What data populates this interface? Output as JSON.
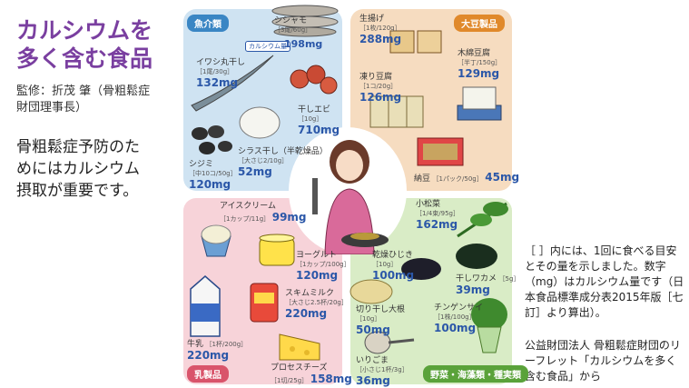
{
  "title": {
    "line1": "カルシウムを",
    "line2": "多く含む食品"
  },
  "supervisor": {
    "line1": "監修：折茂 肇（骨粗鬆症",
    "line2": "財団理事長）"
  },
  "lead": {
    "line1": "骨粗鬆症予防のた",
    "line2": "めにはカルシウム",
    "line3": "摂取が重要です。"
  },
  "note": "［ ］内には、1回に食べる目安とその量を示しました。数字（mg）はカルシウム量です（日本食品標準成分表2015年版［七訂］より算出）。",
  "source": "公益財団法人 骨粗鬆症財団のリーフレット「カルシウムを多く含む食品」から",
  "panels": {
    "fish": "魚介類",
    "soy": "大豆製品",
    "milk": "乳製品",
    "veg": "野菜・海藻類・種実類"
  },
  "badge": {
    "label": "カルシウム量",
    "value": "198mg"
  },
  "foods": {
    "shishamo": {
      "name": "シシャモ",
      "serving": "［3尾/60g］"
    },
    "iwashi": {
      "name": "イワシ丸干し",
      "serving": "［1尾/30g］",
      "ca": "132mg"
    },
    "ebi": {
      "name": "干しエビ",
      "serving": "［10g］",
      "ca": "710mg"
    },
    "shirasu": {
      "name": "シラス干し（半乾燥品）",
      "serving": "［大さじ2/10g］",
      "ca": "52mg"
    },
    "shijimi": {
      "name": "シジミ",
      "serving": "［中10コ/50g］",
      "ca": "120mg"
    },
    "namaage": {
      "name": "生揚げ",
      "serving": "［1枚/120g］",
      "ca": "288mg"
    },
    "momen": {
      "name": "木綿豆腐",
      "serving": "［半丁/150g］",
      "ca": "129mg"
    },
    "koya": {
      "name": "凍り豆腐",
      "serving": "［1コ/20g］",
      "ca": "126mg"
    },
    "natto": {
      "name": "納豆",
      "serving": "［1パック/50g］",
      "ca": "45mg"
    },
    "ice": {
      "name": "アイスクリーム",
      "serving": "［1カップ/11g］",
      "ca": "99mg"
    },
    "yogurt": {
      "name": "ヨーグルト",
      "serving": "［1カップ/100g］",
      "ca": "120mg"
    },
    "skim": {
      "name": "スキムミルク",
      "serving": "［大さじ2.5杯/20g］",
      "ca": "220mg"
    },
    "milk": {
      "name": "牛乳",
      "serving": "［1杯/200g］",
      "ca": "220mg"
    },
    "cheese": {
      "name": "プロセスチーズ",
      "serving": "［1切/25g］",
      "ca": "158mg"
    },
    "komatsuna": {
      "name": "小松菜",
      "serving": "［1/4束/95g］",
      "ca": "162mg"
    },
    "hijiki": {
      "name": "乾燥ひじき",
      "serving": "［10g］",
      "ca": "100mg"
    },
    "wakame": {
      "name": "干しワカメ",
      "serving": "［5g］",
      "ca": "39mg"
    },
    "daikon": {
      "name": "切り干し大根",
      "serving": "［10g］",
      "ca": "50mg"
    },
    "chingensai": {
      "name": "チンゲンサイ",
      "serving": "［1株/100g］",
      "ca": "100mg"
    },
    "goma": {
      "name": "いりごま",
      "serving": "［小さじ1杯/3g］",
      "ca": "36mg"
    }
  }
}
